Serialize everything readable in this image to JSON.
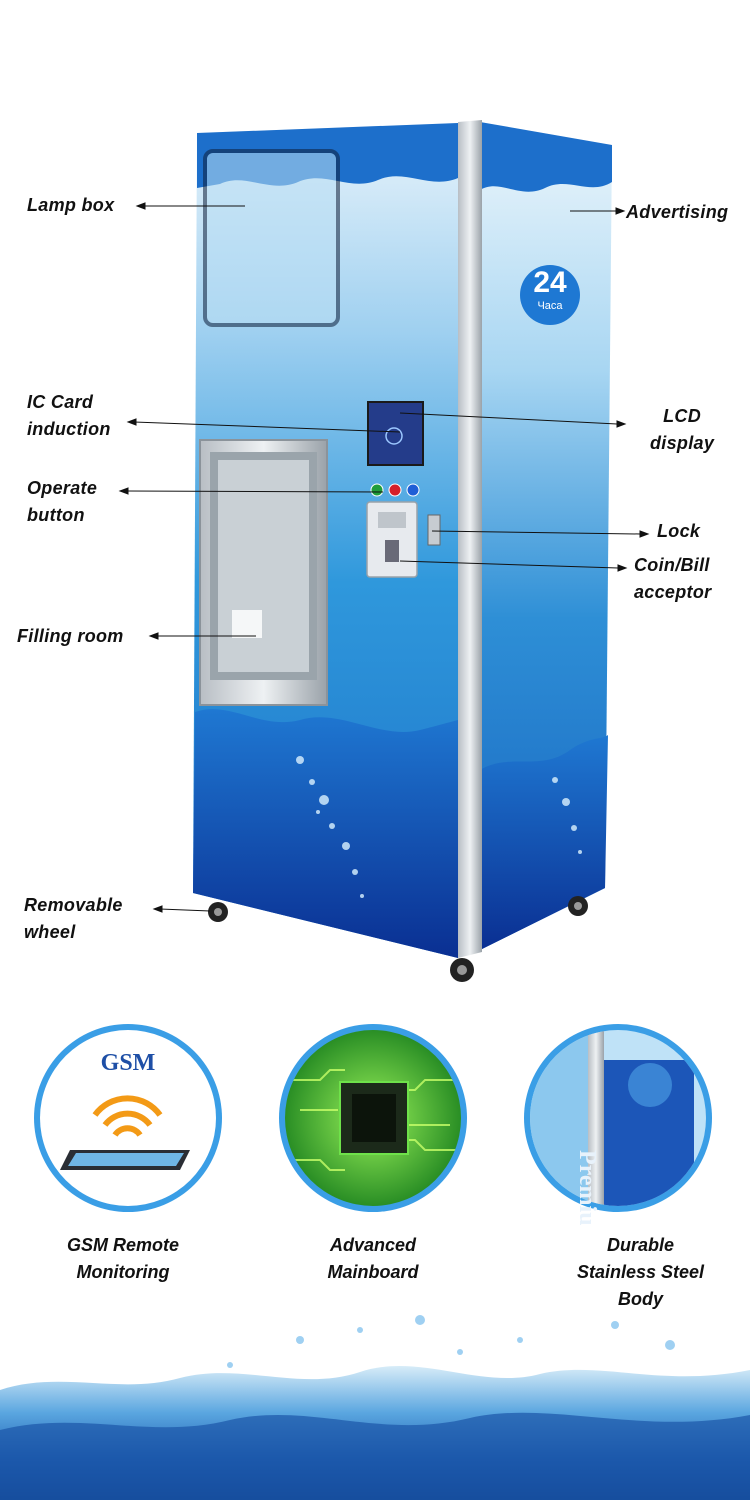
{
  "callouts": {
    "lamp_box": "Lamp box",
    "advertising": "Advertising",
    "ic_card": "IC Card\ninduction",
    "lcd": "LCD\ndisplay",
    "operate_button": "Operate\nbutton",
    "lock": "Lock",
    "coin_bill": "Coin/Bill\nacceptor",
    "filling_room": "Filling room",
    "wheel": "Removable\nwheel"
  },
  "machine": {
    "side_badge_number": "24",
    "side_badge_sub": "Часа"
  },
  "features": [
    {
      "caption": "GSM Remote\nMonitoring",
      "icon_text": "GSM"
    },
    {
      "caption": "Advanced\nMainboard"
    },
    {
      "caption": "Durable\nStainless Steel\nBody",
      "icon_text": "Premiu"
    }
  ],
  "colors": {
    "machine_blue": "#1b7fd0",
    "machine_dark": "#0a3d9c",
    "ring_blue": "#3a9ee6",
    "pcb_green": "#2fae2a"
  }
}
